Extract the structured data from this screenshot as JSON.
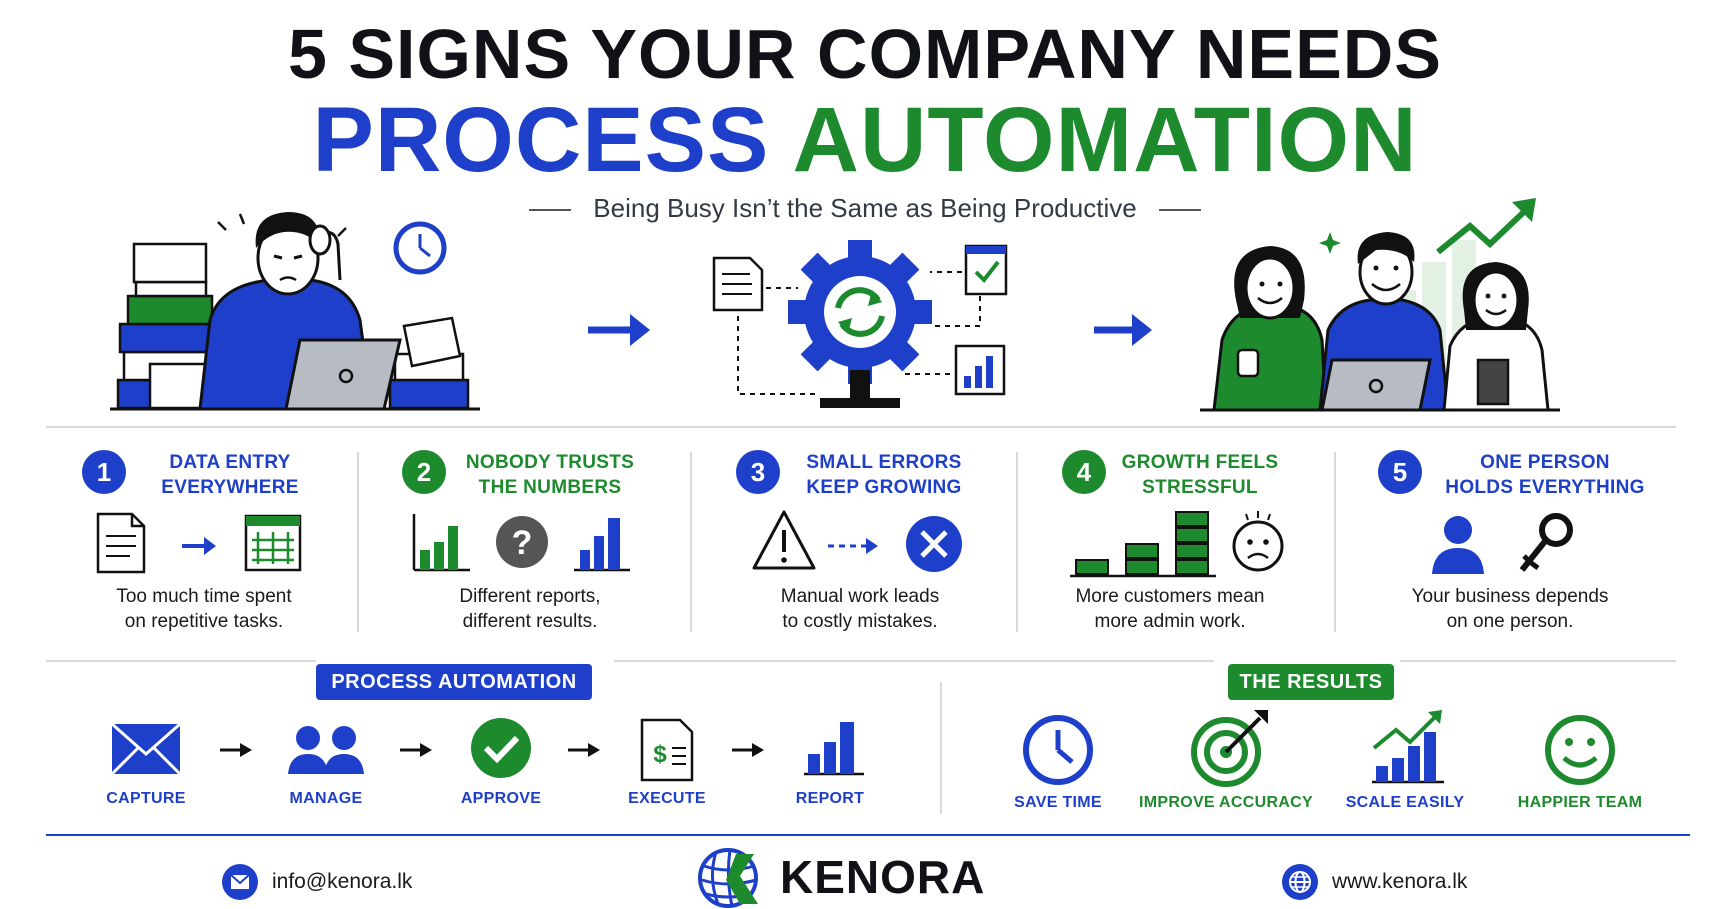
{
  "header": {
    "title_line1": "5 SIGNS YOUR COMPANY NEEDS",
    "title_word_blue": "PROCESS",
    "title_word_green": "AUTOMATION",
    "subtitle": "Being Busy Isn’t the Same as Being Productive"
  },
  "signs": [
    {
      "number": "1",
      "heading_line1": "DATA ENTRY",
      "heading_line2": "EVERYWHERE",
      "desc_line1": "Too much time spent",
      "desc_line2": "on repetitive tasks.",
      "color": "#1e3fc9"
    },
    {
      "number": "2",
      "heading_line1": "NOBODY TRUSTS",
      "heading_line2": "THE NUMBERS",
      "desc_line1": "Different reports,",
      "desc_line2": "different results.",
      "color": "#1e8a2e"
    },
    {
      "number": "3",
      "heading_line1": "SMALL ERRORS",
      "heading_line2": "KEEP GROWING",
      "desc_line1": "Manual work leads",
      "desc_line2": "to costly mistakes.",
      "color": "#1e3fc9"
    },
    {
      "number": "4",
      "heading_line1": "GROWTH FEELS",
      "heading_line2": "STRESSFUL",
      "desc_line1": "More customers mean",
      "desc_line2": "more admin work.",
      "color": "#1e8a2e"
    },
    {
      "number": "5",
      "heading_line1": "ONE PERSON",
      "heading_line2": "HOLDS EVERYTHING",
      "desc_line1": "Your business depends",
      "desc_line2": "on one person.",
      "color": "#1e3fc9"
    }
  ],
  "process": {
    "badge": "PROCESS AUTOMATION",
    "steps": [
      {
        "label": "CAPTURE",
        "icon": "envelope-icon"
      },
      {
        "label": "MANAGE",
        "icon": "users-icon"
      },
      {
        "label": "APPROVE",
        "icon": "check-circle-icon"
      },
      {
        "label": "EXECUTE",
        "icon": "invoice-icon"
      },
      {
        "label": "REPORT",
        "icon": "bar-chart-icon"
      }
    ]
  },
  "results": {
    "badge": "THE RESULTS",
    "items": [
      {
        "label": "SAVE TIME",
        "icon": "clock-icon"
      },
      {
        "label": "IMPROVE ACCURACY",
        "icon": "target-icon"
      },
      {
        "label": "SCALE EASILY",
        "icon": "growth-chart-icon"
      },
      {
        "label": "HAPPIER TEAM",
        "icon": "smiley-icon"
      }
    ]
  },
  "footer": {
    "email": "info@kenora.lk",
    "brand": "KENORA",
    "website": "www.kenora.lk"
  },
  "colors": {
    "blue": "#1e3fc9",
    "green": "#1e8a2e",
    "dark": "#111218"
  }
}
